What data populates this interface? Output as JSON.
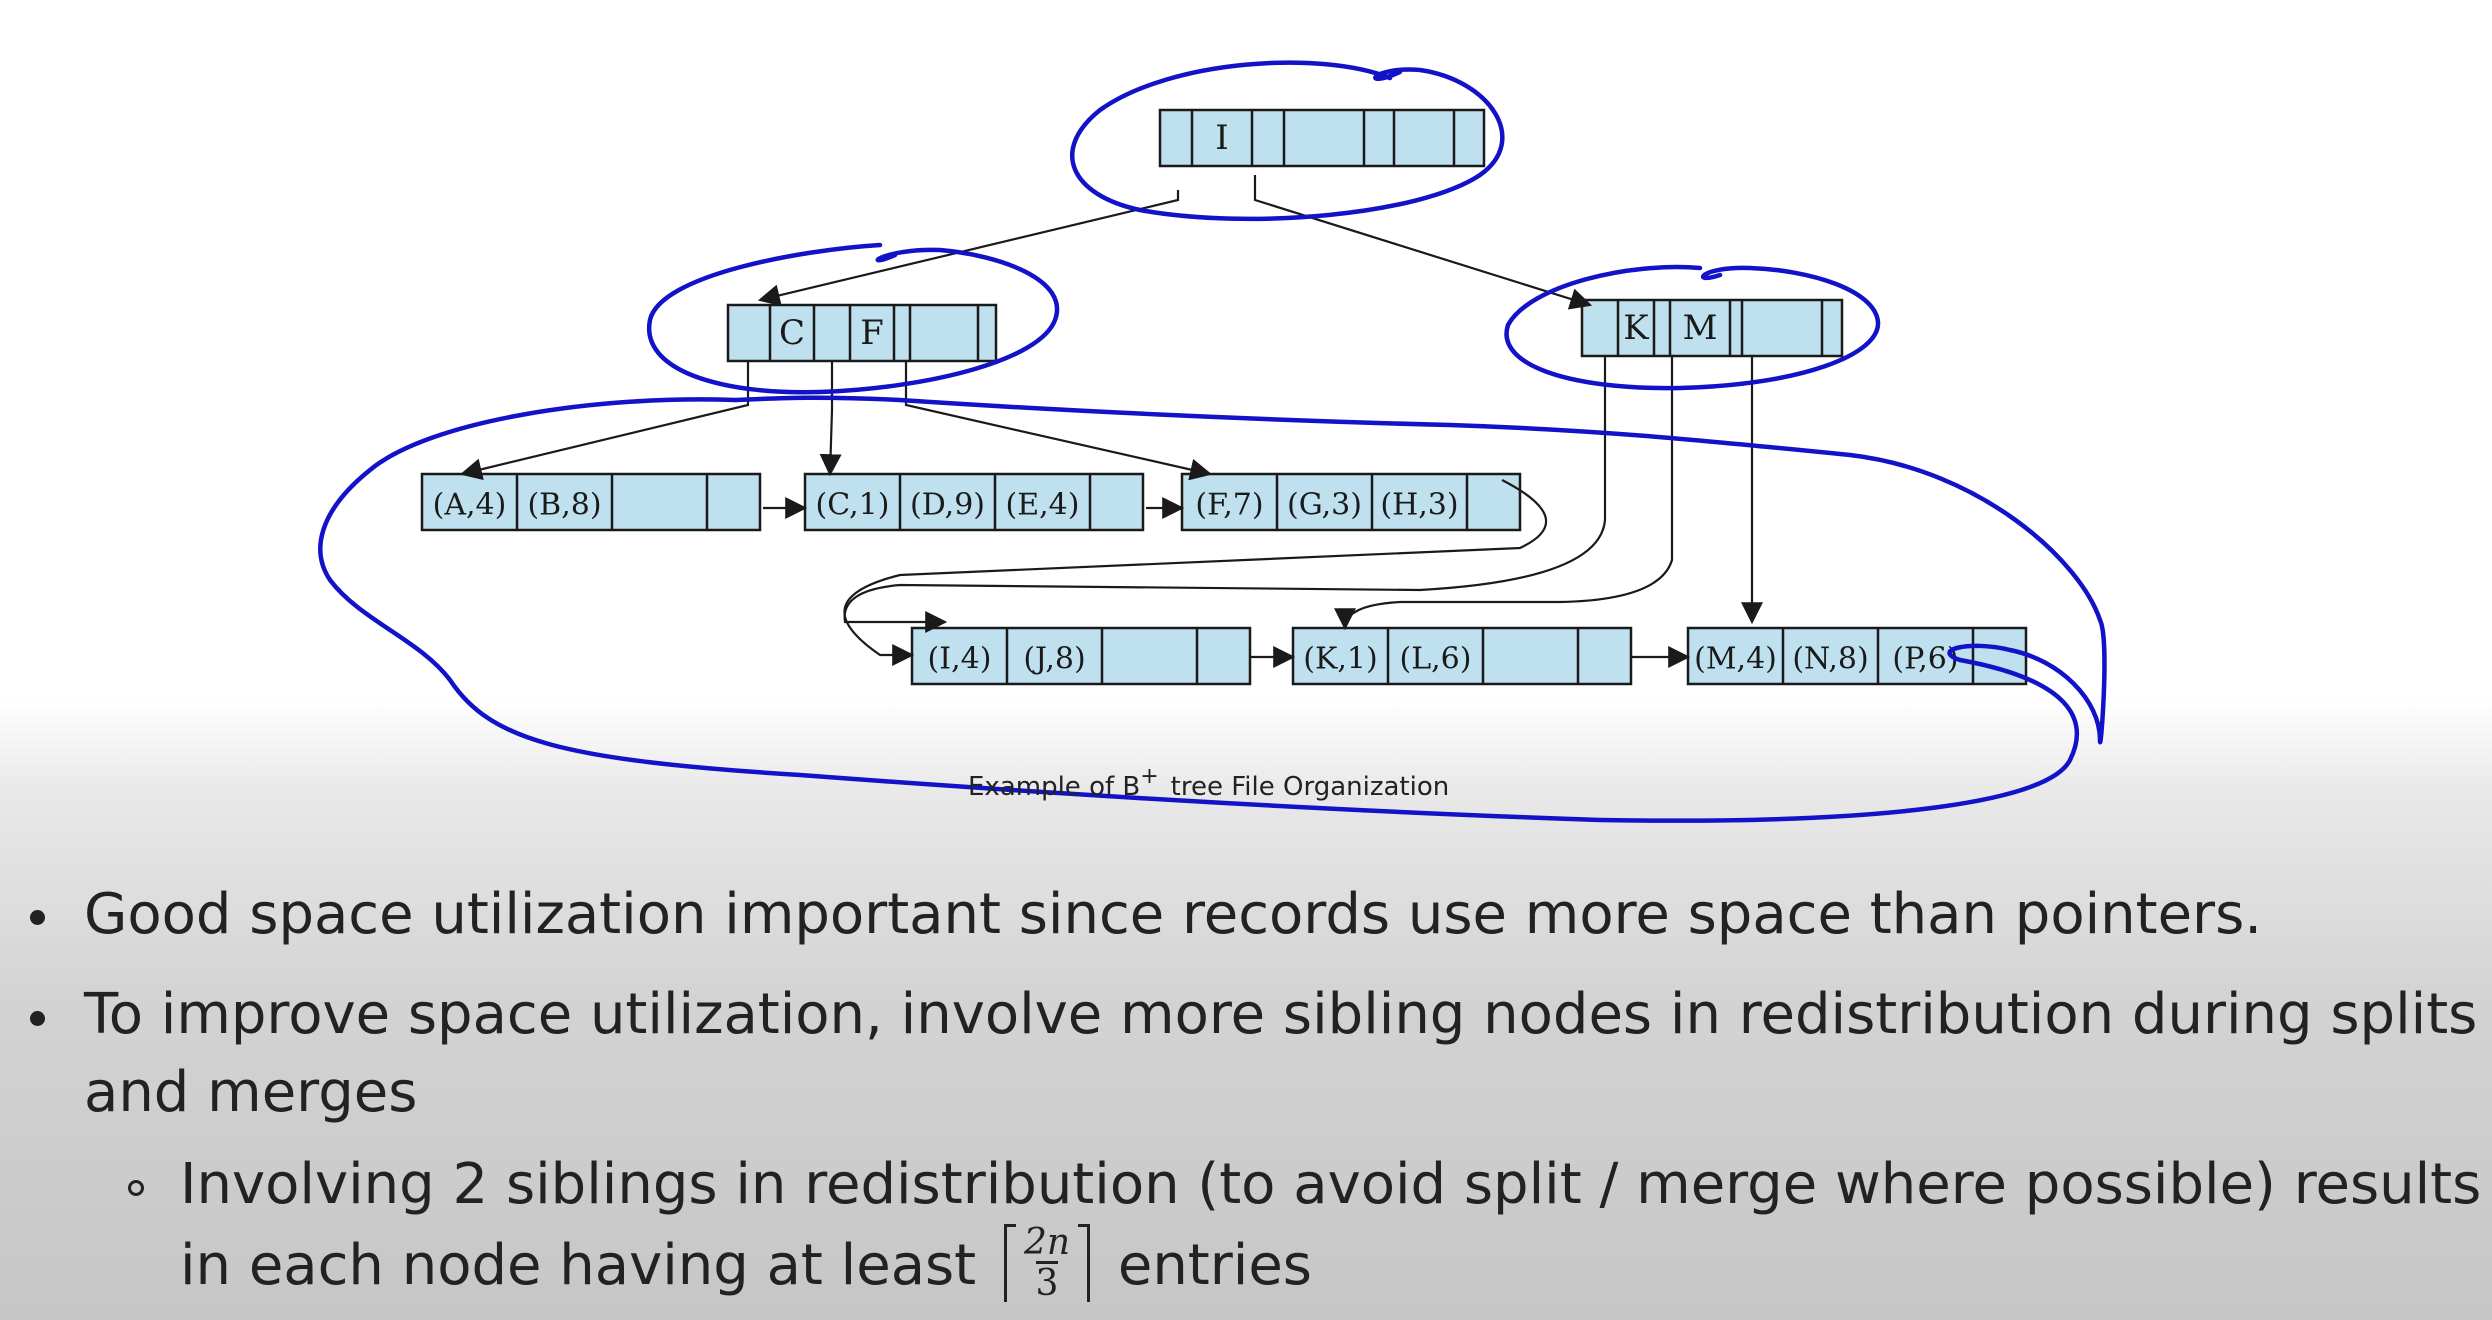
{
  "diagram": {
    "caption": "Example of B",
    "caption_sup": "+",
    "caption_rest": "tree File Organization",
    "root": {
      "keys": [
        "I"
      ]
    },
    "internal_left": {
      "keys": [
        "C",
        "F"
      ]
    },
    "internal_right": {
      "keys": [
        "K",
        "M"
      ]
    },
    "leaves": [
      {
        "records": [
          "(A,4)",
          "(B,8)"
        ]
      },
      {
        "records": [
          "(C,1)",
          "(D,9)",
          "(E,4)"
        ]
      },
      {
        "records": [
          "(F,7)",
          "(G,3)",
          "(H,3)"
        ]
      },
      {
        "records": [
          "(I,4)",
          "(J,8)"
        ]
      },
      {
        "records": [
          "(K,1)",
          "(L,6)"
        ]
      },
      {
        "records": [
          "(M,4)",
          "(N,8)",
          "(P,6)"
        ]
      }
    ],
    "node_fill": "#bfe0ef",
    "annotation_color": "#1212c8"
  },
  "bullets": {
    "item1": "Good space utilization important since records use more space than pointers.",
    "item2_line1": "To improve space utilization, involve more sibling nodes in redistribution during splits",
    "item2_line2": "and merges",
    "sub1_line1": "Involving 2 siblings in redistribution (to avoid split / merge where possible) results",
    "sub1_line2_pre": "in each node having at least",
    "sub1_frac_num": "2n",
    "sub1_frac_den": "3",
    "sub1_line2_post": "entries"
  }
}
